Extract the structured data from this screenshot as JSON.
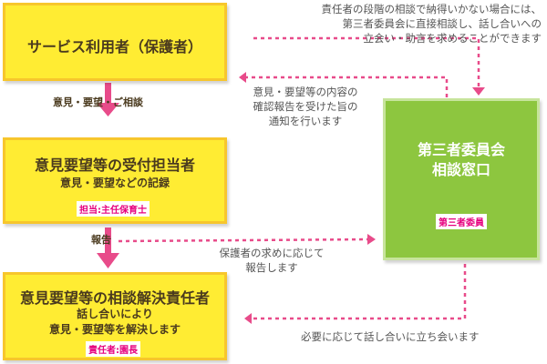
{
  "boxes": {
    "user": {
      "title": "サービス利用者（保護者）"
    },
    "reception": {
      "title": "意見要望等の受付担当者",
      "sub": "意見・要望などの記録",
      "badge": "担当:主任保育士"
    },
    "resolution": {
      "title": "意見要望等の相談解決責任者",
      "sub1": "話し合いにより",
      "sub2": "意見・要望等を解決します",
      "badge": "責任者:園長"
    },
    "committee": {
      "title1": "第三者委員会",
      "title2": "相談窓口",
      "badge": "第三者委員"
    }
  },
  "labels": {
    "arrow1": "意見・要望・ご相談",
    "arrow2": "報告"
  },
  "notes": {
    "top": [
      "責任者の段階の相談で納得いかない場合には、",
      "第三者委員会に直接相談し、話し合いへの",
      "立会い・助言を求めることができます"
    ],
    "confirm": [
      "意見・要望等の内容の",
      "確認報告を受けた旨の",
      "通知を行います"
    ],
    "report": [
      "保護者の求めに応じて",
      "報告します"
    ],
    "bottom": "必要に応じて話し合いに立ち会います"
  },
  "colors": {
    "yellow": "#ffec33",
    "yellow_border": "#f7c62c",
    "green": "#8dc63f",
    "pink": "#e84b8a",
    "badge_text": "#e6007e"
  }
}
